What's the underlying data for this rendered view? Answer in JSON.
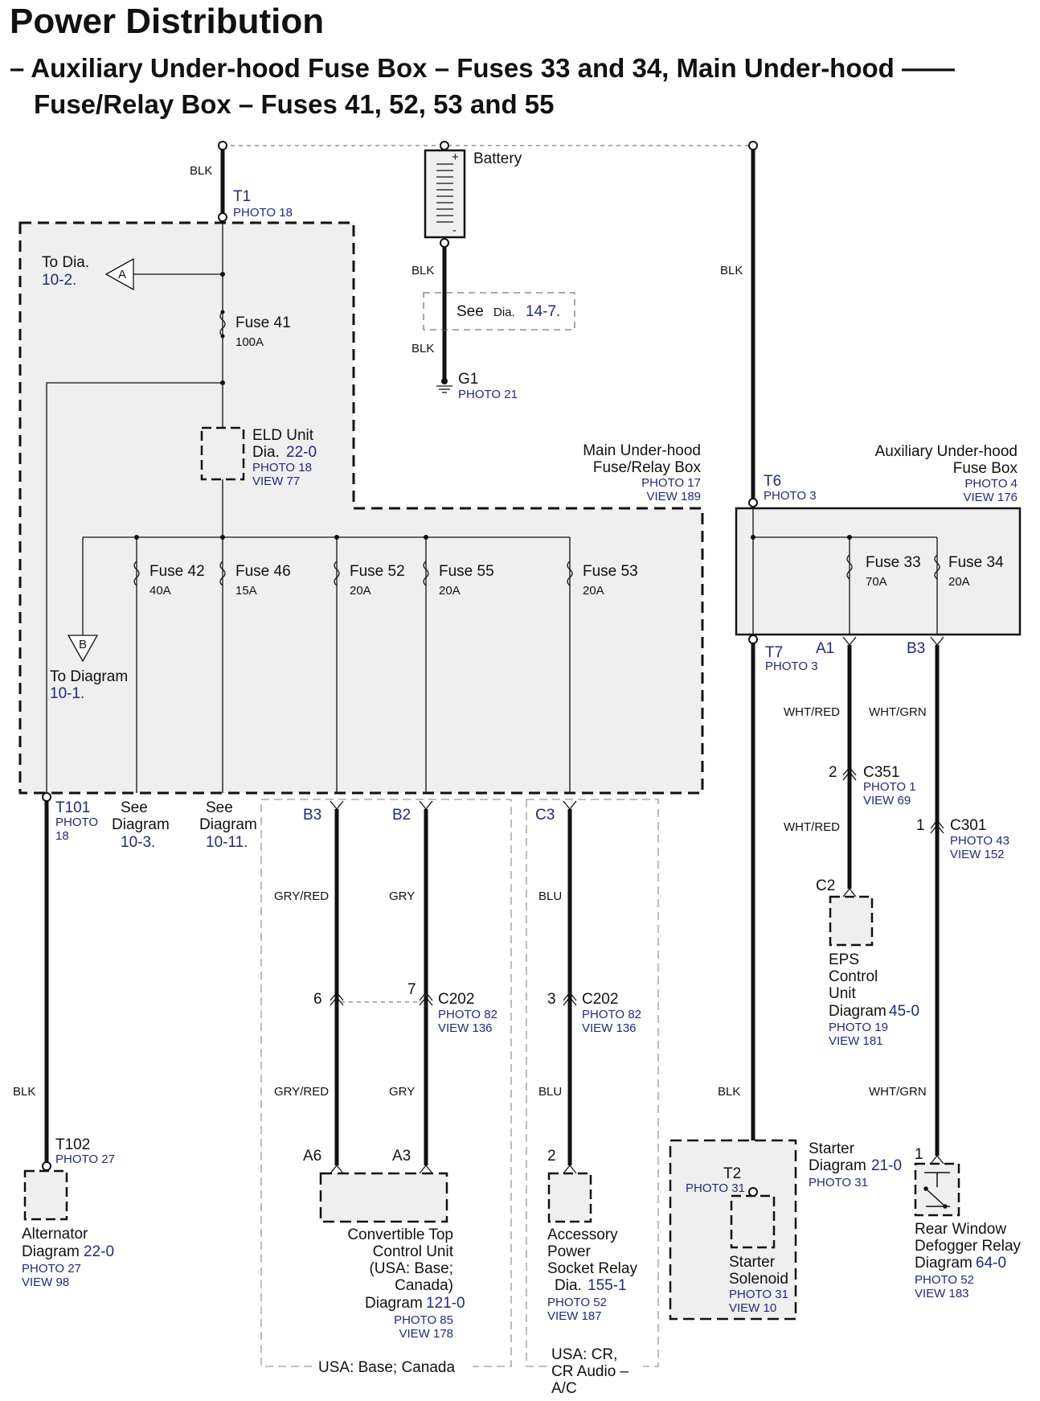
{
  "title": "Power Distribution",
  "subtitle_line1": "– Auxiliary Under-hood Fuse Box – Fuses 33 and 34, Main Under-hood ——",
  "subtitle_line2": "Fuse/Relay Box – Fuses 41, 52, 53 and 55",
  "battery": {
    "label": "Battery",
    "plus": "+",
    "minus": "-"
  },
  "wire_colors": {
    "blk": "BLK",
    "wht_red": "WHT/RED",
    "wht_grn": "WHT/GRN",
    "gry_red": "GRY/RED",
    "gry": "GRY",
    "blu": "BLU"
  },
  "terminals": {
    "t1": {
      "name": "T1",
      "photo": "PHOTO 18"
    },
    "t6": {
      "name": "T6",
      "photo": "PHOTO 3"
    },
    "t7": {
      "name": "T7",
      "photo": "PHOTO 3"
    },
    "t101": {
      "name": "T101",
      "photo1": "PHOTO",
      "photo2": "18"
    },
    "t102": {
      "name": "T102",
      "photo": "PHOTO 27"
    },
    "t2": {
      "name": "T2",
      "photo": "PHOTO 31"
    }
  },
  "ground": {
    "name": "G1",
    "photo": "PHOTO 21"
  },
  "see_dia_14_7": {
    "see": "See",
    "dia": "Dia.",
    "num": "14-7."
  },
  "to_dia_a": {
    "letter": "A",
    "line1": "To Dia.",
    "num": "10-2."
  },
  "to_dia_b": {
    "letter": "B",
    "line1": "To Diagram",
    "num": "10-1."
  },
  "eld_unit": {
    "name": "ELD Unit",
    "dia": "Dia.",
    "num": "22-0",
    "photo": "PHOTO 18",
    "view": "VIEW 77"
  },
  "main_box": {
    "line1": "Main Under-hood",
    "line2": "Fuse/Relay Box",
    "photo": "PHOTO 17",
    "view": "VIEW 189"
  },
  "aux_box": {
    "line1": "Auxiliary Under-hood",
    "line2": "Fuse Box",
    "photo": "PHOTO 4",
    "view": "VIEW 176"
  },
  "fuses": {
    "f41": {
      "name": "Fuse 41",
      "amps": "100A"
    },
    "f42": {
      "name": "Fuse 42",
      "amps": "40A"
    },
    "f46": {
      "name": "Fuse 46",
      "amps": "15A"
    },
    "f52": {
      "name": "Fuse 52",
      "amps": "20A"
    },
    "f55": {
      "name": "Fuse 55",
      "amps": "20A"
    },
    "f53": {
      "name": "Fuse 53",
      "amps": "20A"
    },
    "f33": {
      "name": "Fuse 33",
      "amps": "70A"
    },
    "f34": {
      "name": "Fuse 34",
      "amps": "20A"
    }
  },
  "see_10_3": {
    "see": "See",
    "diagram": "Diagram",
    "num": "10-3."
  },
  "see_10_11": {
    "see": "See",
    "diagram": "Diagram",
    "num": "10-11."
  },
  "pins": {
    "a1": "A1",
    "b3_aux": "B3",
    "b3": "B3",
    "b2": "B2",
    "c3": "C3",
    "p2_c351": "2",
    "p1_c301": "1",
    "p6": "6",
    "p7": "7",
    "p3": "3",
    "c2": "C2",
    "a6": "A6",
    "a3": "A3",
    "p2_acc": "2",
    "p1_rear": "1"
  },
  "c351": {
    "name": "C351",
    "photo": "PHOTO 1",
    "view": "VIEW 69"
  },
  "c301": {
    "name": "C301",
    "photo": "PHOTO 43",
    "view": "VIEW 152"
  },
  "c202_left": {
    "name": "C202",
    "photo": "PHOTO 82",
    "view": "VIEW 136"
  },
  "c202_right": {
    "name": "C202",
    "photo": "PHOTO 82",
    "view": "VIEW 136"
  },
  "eps": {
    "l1": "EPS",
    "l2": "Control",
    "l3": "Unit",
    "diagram": "Diagram",
    "num": "45-0",
    "photo": "PHOTO 19",
    "view": "VIEW 181"
  },
  "alternator": {
    "name": "Alternator",
    "diagram": "Diagram",
    "num": "22-0",
    "photo": "PHOTO 27",
    "view": "VIEW 98"
  },
  "convertible": {
    "l1": "Convertible Top",
    "l2": "Control Unit",
    "l3": "(USA: Base;",
    "l4": "Canada)",
    "diagram": "Diagram",
    "num": "121-0",
    "photo": "PHOTO 85",
    "view": "VIEW  178"
  },
  "accessory": {
    "l1": "Accessory",
    "l2": "Power",
    "l3": "Socket Relay",
    "dia": "Dia.",
    "num": "155-1",
    "photo": "PHOTO 52",
    "view": "VIEW 187"
  },
  "starter": {
    "name": "Starter",
    "diagram": "Diagram",
    "num": "21-0",
    "photo": "PHOTO 31"
  },
  "starter_solenoid": {
    "l1": "Starter",
    "l2": "Solenoid",
    "photo": "PHOTO 31",
    "view": "VIEW 10"
  },
  "rear_defogger": {
    "l1": "Rear Window",
    "l2": "Defogger Relay",
    "diagram": "Diagram",
    "num": "64-0",
    "photo": "PHOTO 52",
    "view": "VIEW 183"
  },
  "variant_usa_base_canada": "USA: Base; Canada",
  "variant_usa_cr": {
    "l1": "USA: CR,",
    "l2": "CR Audio –",
    "l3": "A/C"
  }
}
